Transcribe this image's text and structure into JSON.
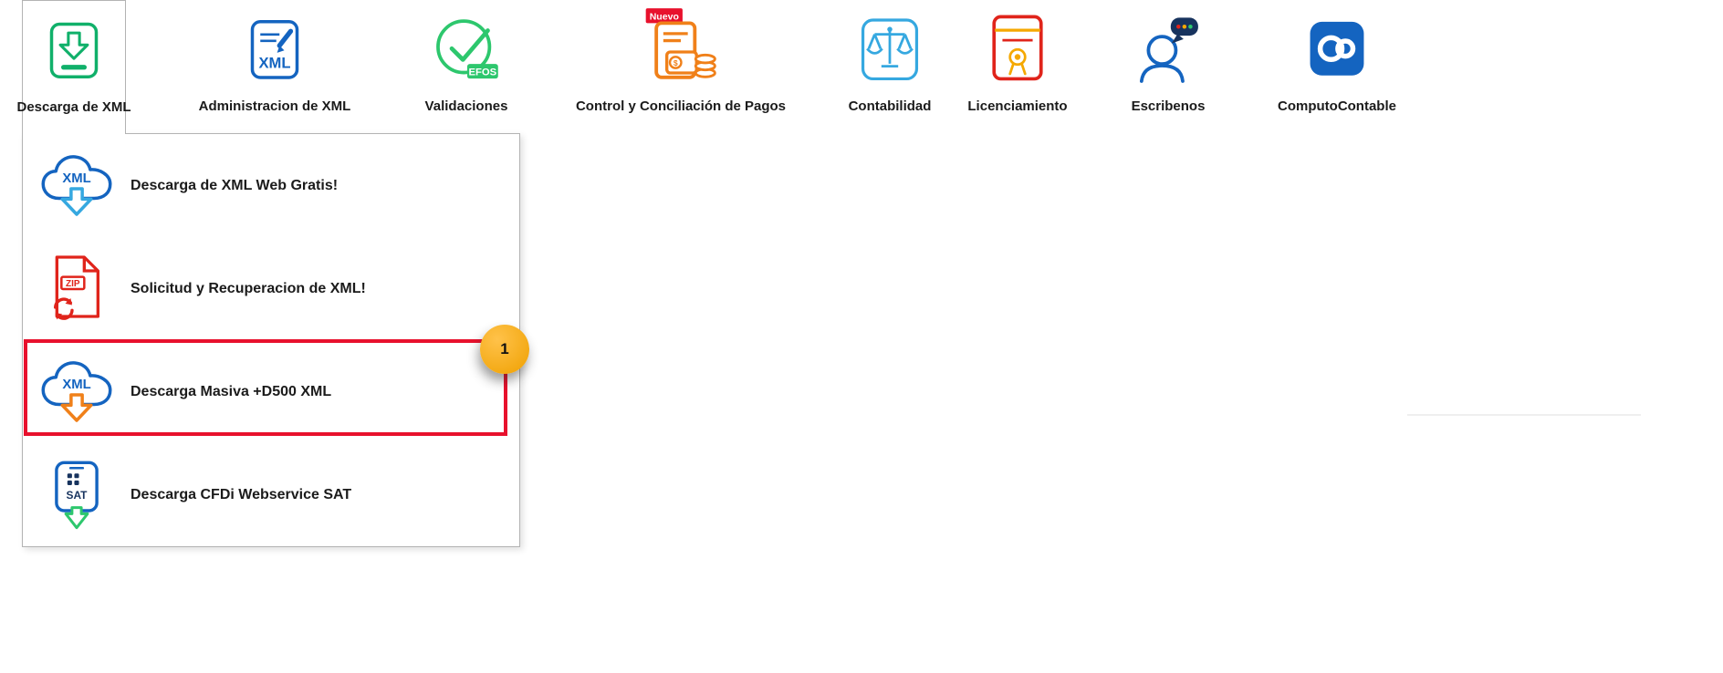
{
  "toolbar": {
    "buttons": [
      {
        "label": "Descarga de XML"
      },
      {
        "label": "Administracion de XML"
      },
      {
        "label": "Validaciones",
        "badge": "EFOS"
      },
      {
        "label": "Control y Conciliación de Pagos",
        "badge": "Nuevo"
      },
      {
        "label": "Contabilidad"
      },
      {
        "label": "Licenciamiento"
      },
      {
        "label": "Escribenos"
      },
      {
        "label": "ComputoContable"
      }
    ]
  },
  "menu": {
    "items": [
      {
        "label": "Descarga de XML Web Gratis!"
      },
      {
        "label": "Solicitud y Recuperacion de XML!"
      },
      {
        "label": "Descarga Masiva +D500 XML",
        "highlighted": true
      },
      {
        "label": "Descarga CFDi Webservice SAT"
      }
    ]
  },
  "annotation": {
    "step": "1"
  },
  "icon_texts": {
    "xml": "XML",
    "zip": "ZIP",
    "sat": "SAT",
    "dollar": "$"
  },
  "colors": {
    "green": "#10B06A",
    "check_green": "#2DC76D",
    "blue": "#1464C0",
    "light_blue": "#35A8E0",
    "orange": "#F08019",
    "red": "#E0241B",
    "highlight_red": "#E8112D",
    "gold": "#F5A800",
    "navy": "#17335E",
    "annotation_gold": "#EFA000"
  }
}
